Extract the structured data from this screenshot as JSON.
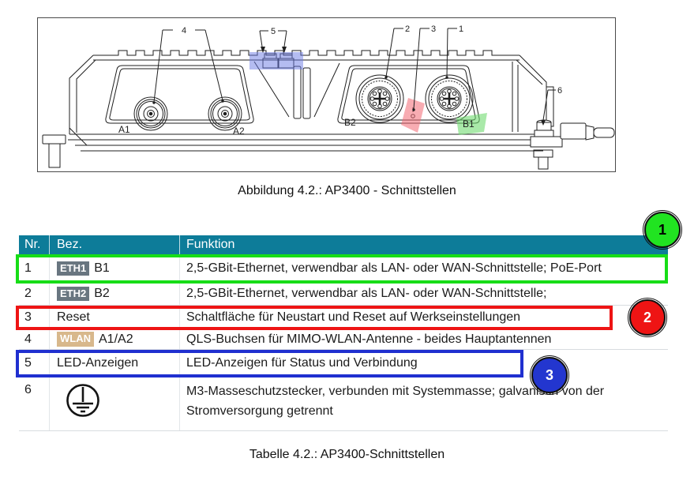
{
  "figure": {
    "caption": "Abbildung 4.2.: AP3400 - Schnittstellen",
    "labels": {
      "a1": "A1",
      "a2": "A2",
      "b2": "B2",
      "b1": "B1"
    },
    "callout_labels": {
      "n1": "1",
      "n2": "2",
      "n3": "3",
      "n4": "4",
      "n5": "5",
      "n6": "6"
    }
  },
  "table": {
    "caption": "Tabelle 4.2.: AP3400-Schnittstellen",
    "headers": [
      "Nr.",
      "Bez.",
      "Funktion"
    ],
    "rows": [
      {
        "nr": "1",
        "badge": "ETH1",
        "bez": "B1",
        "funktion": "2,5-GBit-Ethernet, verwendbar als LAN- oder WAN-Schnittstelle; PoE-Port",
        "highlight": "green"
      },
      {
        "nr": "2",
        "badge": "ETH2",
        "bez": "B2",
        "funktion": "2,5-GBit-Ethernet, verwendbar als LAN- oder WAN-Schnittstelle;"
      },
      {
        "nr": "3",
        "bez": "Reset",
        "funktion": "Schaltfläche für Neustart und Reset auf Werkseinstellungen",
        "highlight": "red"
      },
      {
        "nr": "4",
        "badge": "WLAN",
        "bez": "A1/A2",
        "funktion": "QLS-Buchsen für MIMO-WLAN-Antenne - beides Hauptantennen"
      },
      {
        "nr": "5",
        "bez": "LED-Anzeigen",
        "funktion": "LED-Anzeigen für Status und Verbindung",
        "highlight": "blue"
      },
      {
        "nr": "6",
        "bez": "",
        "icon": "protective-earth-icon",
        "funktion": "M3-Masseschutzstecker, verbunden mit Systemmasse; galvanisch von der Stromversorgung getrennt"
      }
    ]
  },
  "markers": [
    {
      "label": "1",
      "color": "#21e421",
      "text_color": "#000000"
    },
    {
      "label": "2",
      "color": "#ee1414",
      "text_color": "#ffffff"
    },
    {
      "label": "3",
      "color": "#2336cf",
      "text_color": "#ffffff"
    }
  ],
  "colors": {
    "header_teal": "#0d7c99",
    "badge_gray": "#697680",
    "badge_tan": "#d8b88c",
    "highlight_green": "#17dd17",
    "highlight_red": "#ee1414",
    "highlight_blue": "#2030d0",
    "figure_led_highlight": "rgba(106,122,228,0.5)",
    "figure_reset_highlight": "rgba(242,104,114,0.55)",
    "figure_b1_highlight": "rgba(112,219,112,0.6)"
  }
}
